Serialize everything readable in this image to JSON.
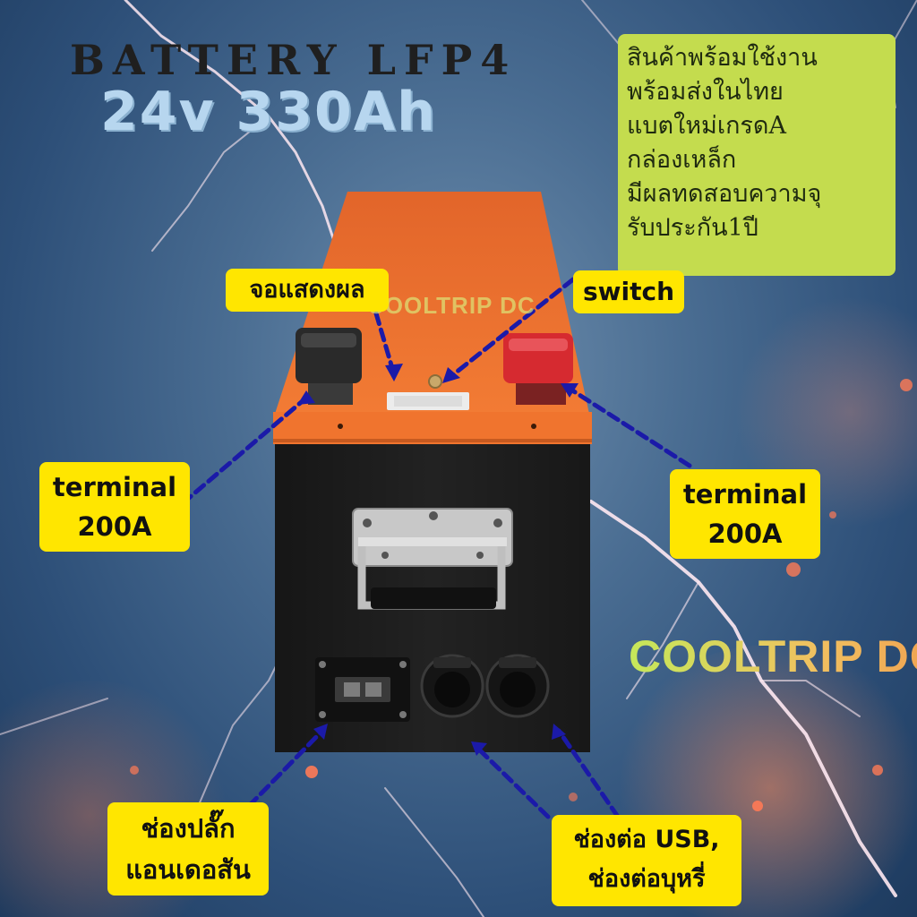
{
  "header": {
    "title": "BATTERY LFP4",
    "subtitle": "24v 330Ah"
  },
  "features": [
    "สินค้าพร้อมใช้งาน",
    "พร้อมส่งในไทย",
    "แบตใหม่เกรดA",
    "กล่องเหล็ก",
    "มีผลทดสอบความจุ",
    "รับประกัน1ปี"
  ],
  "labels": {
    "display": "จอแสดงผล",
    "switch": "switch",
    "terminal_left": [
      "terminal",
      "200A"
    ],
    "terminal_right": [
      "terminal",
      "200A"
    ],
    "anderson_plug": [
      "ช่องปลั๊ก",
      "แอนเดอสัน"
    ],
    "usb_port": [
      "ช่องต่อ USB,",
      "ช่องต่อบุหรี่"
    ]
  },
  "brand": {
    "watermark_main": "COOLTRIP DC",
    "watermark_small": "COOLTRIP DC"
  },
  "colors": {
    "label_bg": "#ffe600",
    "features_bg": "#c4dc4e",
    "battery_top": "#f0742e",
    "battery_body": "#222222",
    "arrow": "#1b1aa8",
    "terminal_positive": "#d62a30",
    "terminal_negative": "#2a2a2a"
  }
}
